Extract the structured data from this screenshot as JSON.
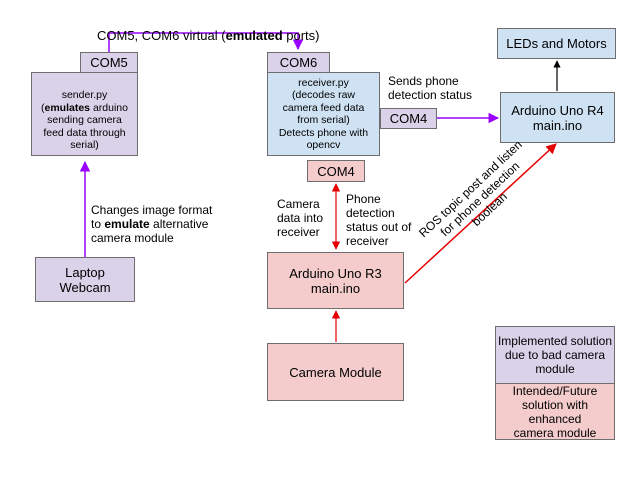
{
  "title": {
    "prefix": "COM5, COM6 virtual (",
    "bold": "emulated",
    "suffix": " ports)"
  },
  "sender": {
    "port": "COM5",
    "line1": "sender.py",
    "line2_pre": "(",
    "line2_bold": "emulates",
    "line2_post": " arduino",
    "rest": "sending camera\nfeed data through\nserial)"
  },
  "receiver": {
    "port_top": "COM6",
    "text": "receiver.py\n(decodes raw\ncamera feed data\nfrom serial)\nDetects phone with\nopencv",
    "port_right": "COM4",
    "port_bottom": "COM4"
  },
  "leds": {
    "label": "LEDs and Motors"
  },
  "uno_r4": {
    "label": "Arduino Uno R4\nmain.ino"
  },
  "uno_r3": {
    "label": "Arduino Uno R3\nmain.ino"
  },
  "laptop": {
    "label": "Laptop\nWebcam"
  },
  "camera": {
    "label": "Camera Module"
  },
  "annotations": {
    "image_format_1": "Changes image format",
    "image_format_2_pre": "to ",
    "image_format_2_bold": "emulate",
    "image_format_2_post": " alternative",
    "image_format_3": "camera module",
    "sends_status": "Sends phone\ndetection status",
    "camera_data": "Camera\ndata into\nreceiver",
    "phone_detection": "Phone\ndetection\nstatus out of\nreceiver",
    "ros": "ROS topic post and listen\nfor phone detection\nboolean"
  },
  "legend": {
    "implemented": "Implemented solution\ndue to bad camera\nmodule",
    "intended": "Intended/Future\nsolution with enhanced\ncamera module"
  },
  "colors": {
    "implemented": "#d9d2e9",
    "blue": "#cfe2f3",
    "intended": "#f4cccc",
    "purple_arrow": "#9900ff",
    "red_arrow": "#e60000",
    "black_arrow": "#000000"
  }
}
